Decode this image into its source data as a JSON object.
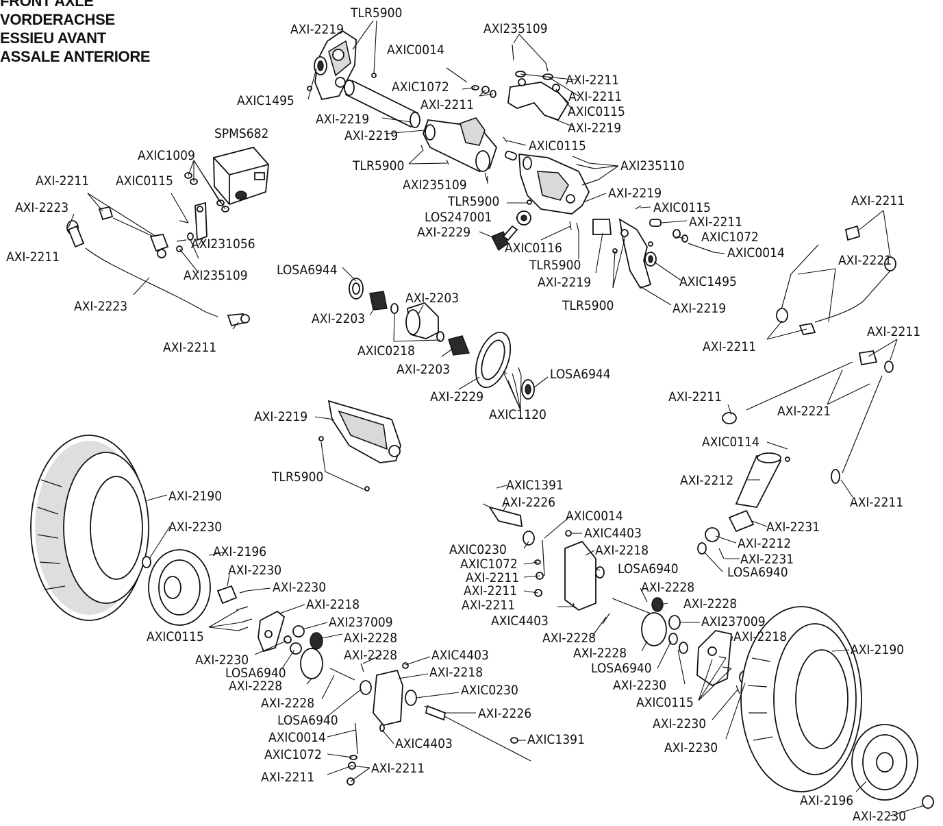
{
  "title": {
    "lines": [
      "FRONT AXLE",
      "VORDERACHSE",
      "ESSIEU AVANT",
      "ASSALE ANTERIORE"
    ]
  },
  "labels": {
    "l1": "TLR5900",
    "l2": "AXI-2219",
    "l3": "AXI235109",
    "l4": "AXIC0014",
    "l5": "AXIC1072",
    "l6": "AXI-2211",
    "l7": "AXI-2211",
    "l8": "AXI-2211",
    "l9": "AXIC0115",
    "l10": "AXI-2219",
    "l11": "AXIC1495",
    "l12": "AXI-2219",
    "l13": "AXI-2219",
    "l14": "AXIC0115",
    "l15": "SPMS682",
    "l16": "AXIC1009",
    "l17": "TLR5900",
    "l18": "AXI235110",
    "l19": "AXI-2211",
    "l20": "AXIC0115",
    "l21": "AXI235109",
    "l22": "AXI-2223",
    "l23": "AXI-2219",
    "l24": "TLR5900",
    "l25": "AXIC0115",
    "l26": "LOS247001",
    "l27": "AXI-2211",
    "l28": "AXI231056",
    "l29": "AXI-2229",
    "l30": "AXIC1072",
    "l31": "AXI-2211",
    "l32": "AXIC0116",
    "l33": "AXIC0014",
    "l34": "AXI-2211",
    "l35": "AXI235109",
    "l36": "TLR5900",
    "l37": "LOSA6944",
    "l38": "AXI-2219",
    "l39": "AXIC1495",
    "l40": "AXI-2203",
    "l41": "AXI-2223",
    "l42": "AXI-2203",
    "l43": "TLR5900",
    "l44": "AXI-2219",
    "l45": "AXI-2211",
    "l46": "AXI-2211",
    "l47": "AXIC0218",
    "l48": "AXI-2211",
    "l49": "AXI-2203",
    "l50": "LOSA6944",
    "l51": "AXI-2229",
    "l52": "AXI-2211",
    "l53": "AXIC1120",
    "l54": "AXI-2221",
    "l55": "AXI-2221",
    "l56": "AXI-2219",
    "l57": "AXIC0114",
    "l58": "TLR5900",
    "l59": "AXI-2212",
    "l60": "AXIC1391",
    "l61": "AXI-2190",
    "l62": "AXI-2226",
    "l63": "AXI-2211",
    "l64": "AXIC0014",
    "l65": "AXI-2230",
    "l66": "AXIC4403",
    "l67": "AXI-2231",
    "l68": "AXIC0230",
    "l69": "AXI-2218",
    "l70": "AXI-2212",
    "l71": "AXI-2196",
    "l72": "AXIC1072",
    "l73": "AXI-2231",
    "l74": "LOSA6940",
    "l75": "AXI-2230",
    "l76": "AXI-2211",
    "l77": "LOSA6940",
    "l78": "AXI-2211",
    "l79": "AXI-2228",
    "l80": "AXI-2230",
    "l81": "AXI-2211",
    "l82": "AXI-2228",
    "l83": "AXI-2218",
    "l84": "AXIC4403",
    "l85": "AXI237009",
    "l86": "AXI237009",
    "l87": "AXI-2228",
    "l88": "AXIC0115",
    "l89": "AXI-2228",
    "l90": "AXI-2218",
    "l91": "AXI-2190",
    "l92": "AXI-2230",
    "l93": "AXI-2228",
    "l94": "AXIC4403",
    "l95": "LOSA6940",
    "l96": "AXI-2228",
    "l97": "AXI-2218",
    "l98": "AXI-2228",
    "l99": "LOSA6940",
    "l100": "AXIC0230",
    "l101": "AXI-2230",
    "l102": "AXI-2228",
    "l103": "AXI-2226",
    "l104": "AXIC0115",
    "l105": "LOSA6940",
    "l106": "AXI-2230",
    "l107": "AXIC0014",
    "l108": "AXIC4403",
    "l109": "AXIC1391",
    "l110": "AXI-2230",
    "l111": "AXIC1072",
    "l112": "AXI-2211",
    "l113": "AXI-2211",
    "l114": "AXI-2196",
    "l115": "AXI-2230"
  }
}
